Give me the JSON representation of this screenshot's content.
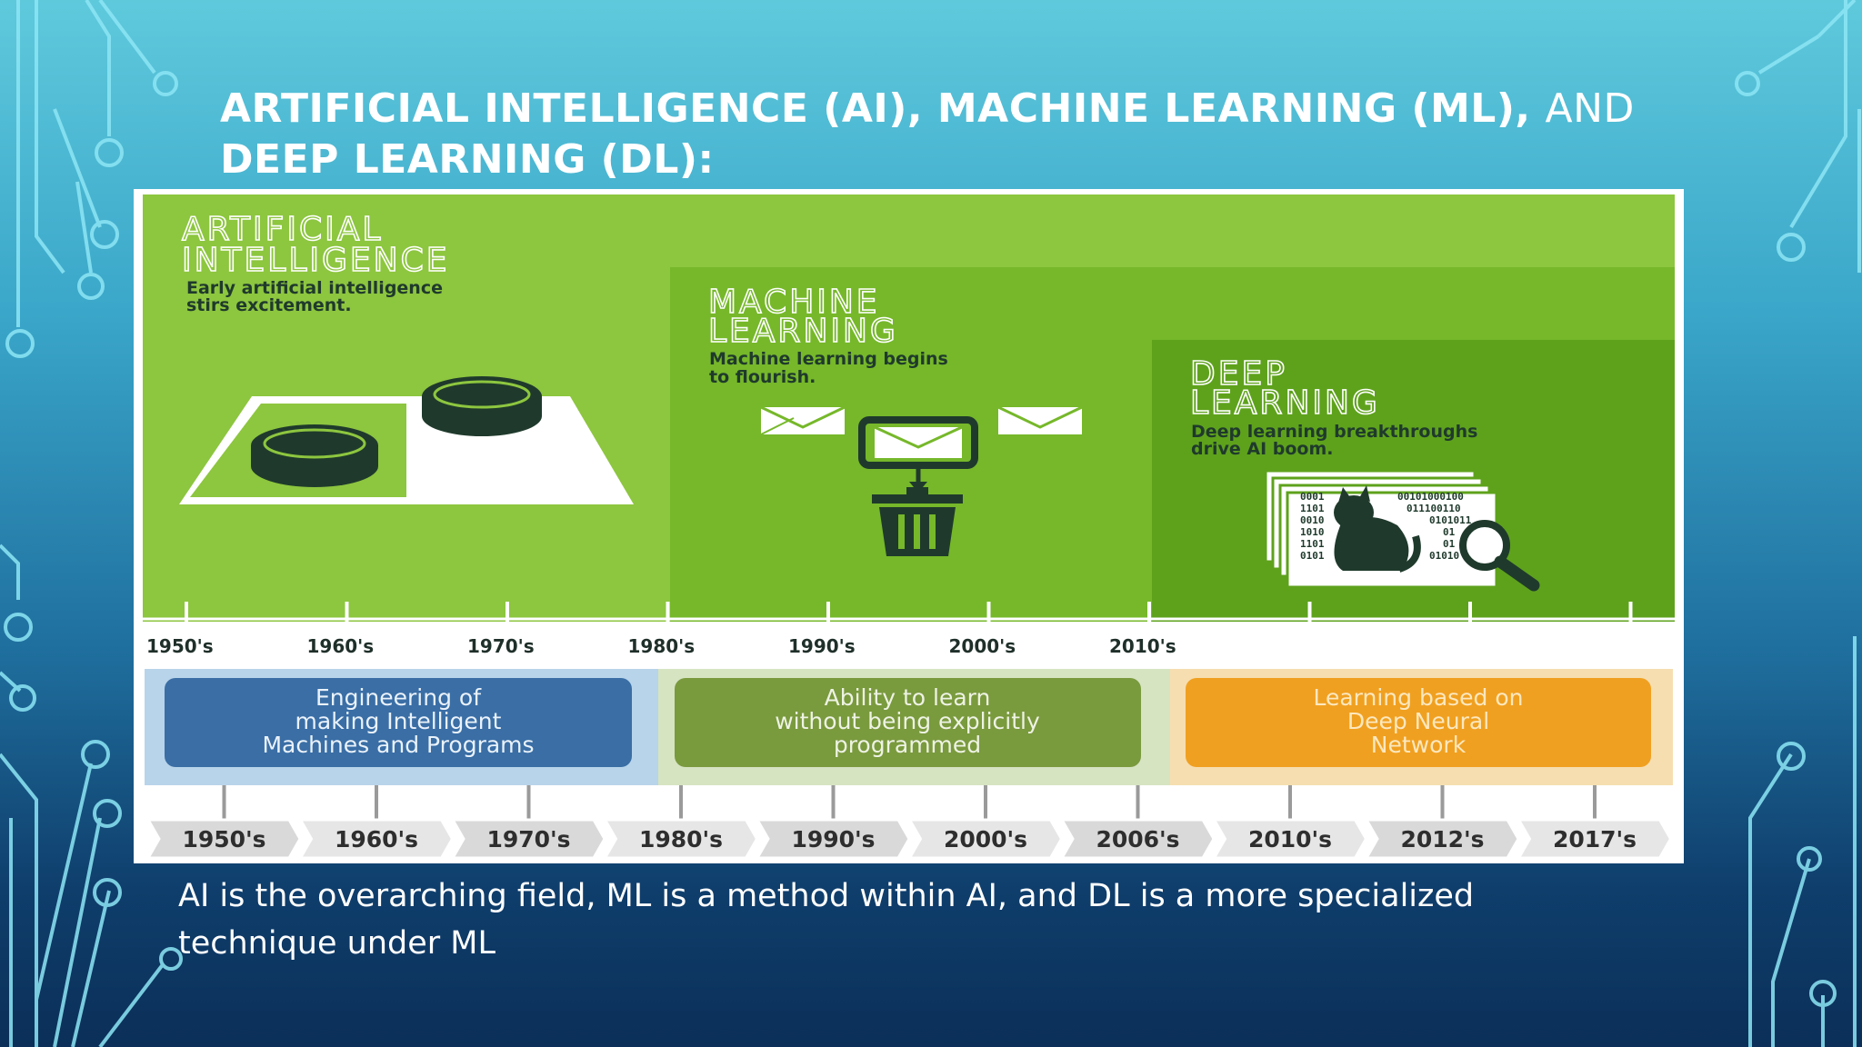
{
  "slide": {
    "title_part1": "ARTIFICIAL INTELLIGENCE (AI), MACHINE LEARNING (ML),",
    "title_and": "AND",
    "title_part2": "DEEP LEARNING (DL):",
    "caption": "AI is the overarching field, ML is a method within AI, and DL is a more specialized technique under ML"
  },
  "infographic": {
    "sections": [
      {
        "title_line1": "ARTIFICIAL",
        "title_line2": "INTELLIGENCE",
        "desc_line1": "Early artificial intelligence",
        "desc_line2": "stirs excitement."
      },
      {
        "title_line1": "MACHINE",
        "title_line2": "LEARNING",
        "desc_line1": "Machine learning begins",
        "desc_line2": "to flourish."
      },
      {
        "title_line1": "DEEP",
        "title_line2": "LEARNING",
        "desc_line1": "Deep learning breakthroughs",
        "desc_line2": "drive AI boom."
      }
    ],
    "top_timeline": [
      "1950's",
      "1960's",
      "1970's",
      "1980's",
      "1990's",
      "2000's",
      "2010's"
    ],
    "boxes": [
      {
        "line1": "Engineering of",
        "line2": "making Intelligent",
        "line3": "Machines and Programs",
        "color": "#3a6ea5"
      },
      {
        "line1": "Ability to learn",
        "line2": "without being explicitly",
        "line3": "programmed",
        "color": "#7a9a3e"
      },
      {
        "line1": "Learning based on",
        "line2": "Deep Neural",
        "line3": "Network",
        "color": "#f0a020"
      }
    ],
    "bottom_timeline": [
      "1950's",
      "1960's",
      "1970's",
      "1980's",
      "1990's",
      "2000's",
      "2006's",
      "2010's",
      "2012's",
      "2017's"
    ],
    "binary_rows": [
      "0001",
      "1101",
      "0010",
      "1010",
      "1101",
      "0101"
    ],
    "binary_rows_right": [
      "00101000100",
      "011100110",
      "0101011",
      "01",
      "01",
      "01010"
    ],
    "colors": {
      "ai_green": "#8dc63f",
      "ml_green": "#76b82a",
      "dl_green": "#5ea21c",
      "dark_icon": "#1f3a2c"
    }
  }
}
